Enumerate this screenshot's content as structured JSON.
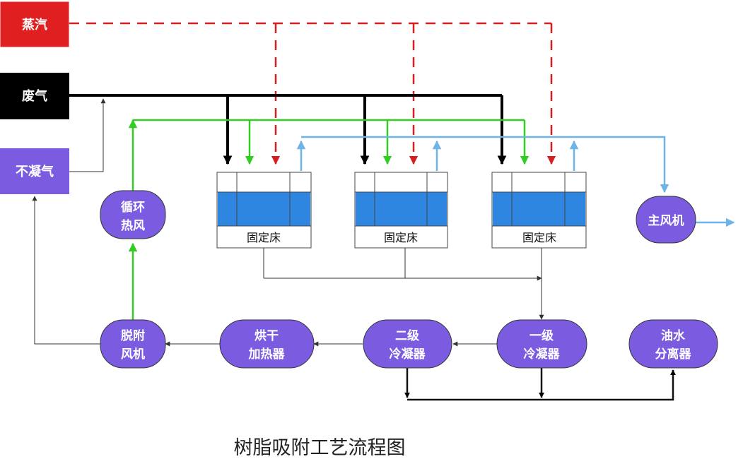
{
  "title": "树脂吸附工艺流程图",
  "sources": {
    "steam": {
      "label": "蒸汽",
      "color": "#e02020"
    },
    "waste_gas": {
      "label": "废气",
      "color": "#000000"
    },
    "noncondensable": {
      "label": "不凝气",
      "color": "#7b5ce0"
    }
  },
  "beds": [
    {
      "label": "固定床"
    },
    {
      "label": "固定床"
    },
    {
      "label": "固定床"
    }
  ],
  "equipment": {
    "circulating_hot_air": {
      "line1": "循环",
      "line2": "热风"
    },
    "main_fan": {
      "line1": "主风机"
    },
    "desorption_fan": {
      "line1": "脱附",
      "line2": "风机"
    },
    "drying_heater": {
      "line1": "烘干",
      "line2": "加热器"
    },
    "secondary_condenser": {
      "line1": "二级",
      "line2": "冷凝器"
    },
    "primary_condenser": {
      "line1": "一级",
      "line2": "冷凝器"
    },
    "oil_water_separator": {
      "line1": "油水",
      "line2": "分离器"
    }
  },
  "colors": {
    "steam_line": "#d42020",
    "waste_line": "#000000",
    "hot_air_line": "#33cc22",
    "exhaust_line": "#6fb4e6",
    "equipment_fill": "#7b5ce0",
    "bed_fill": "#2f86e0"
  }
}
